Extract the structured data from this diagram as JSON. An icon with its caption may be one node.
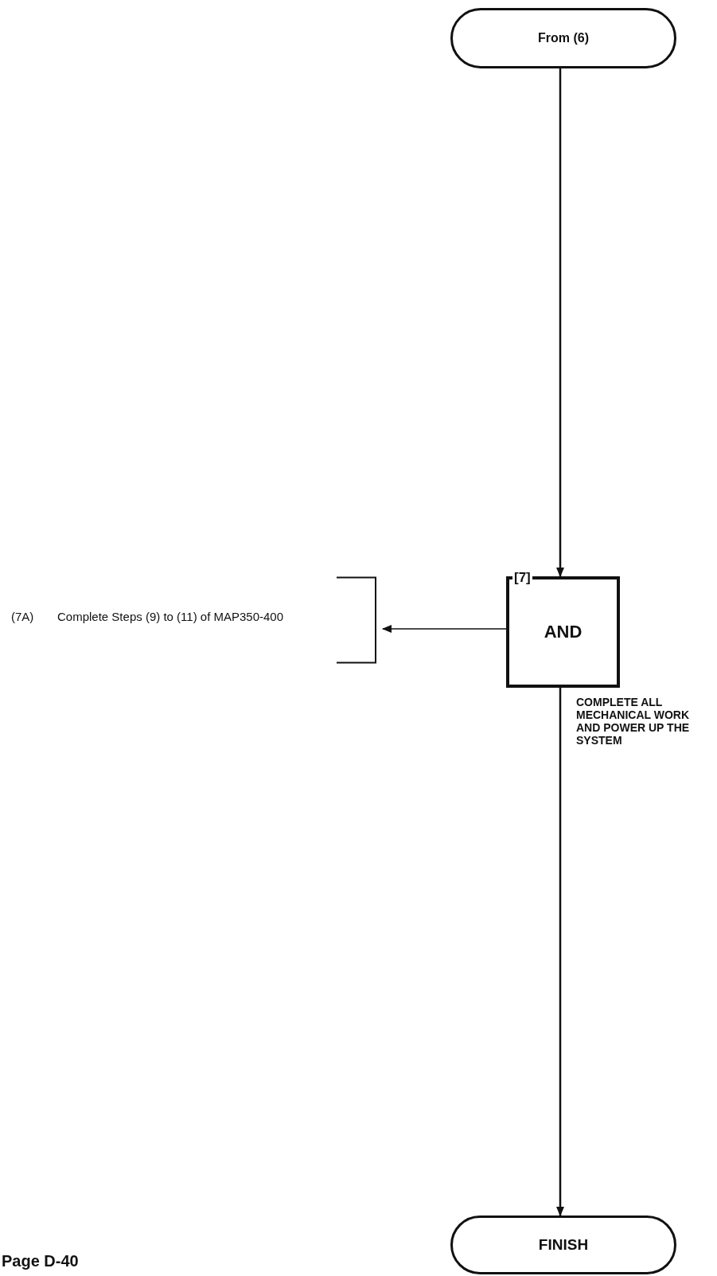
{
  "diagram": {
    "nodes": [
      {
        "text": [
          "From (6)"
        ]
      },
      {
        "text": [
          "[7]",
          "AND"
        ]
      },
      {
        "text": [
          "(7A)",
          "Complete Steps (9) to (11) of MAP350-400"
        ]
      },
      {
        "text": [
          "FINISH"
        ]
      }
    ],
    "edges": [
      {
        "from": 0,
        "to": 1,
        "arrow": "to"
      },
      {
        "from": 1,
        "to": 2,
        "arrow": "to"
      },
      {
        "from": 1,
        "to": 3,
        "arrow": "to",
        "label": "COMPLETE ALL MECHANICAL WORK AND POWER UP THE SYSTEM"
      }
    ],
    "labels": [
      "Page D-40"
    ]
  }
}
